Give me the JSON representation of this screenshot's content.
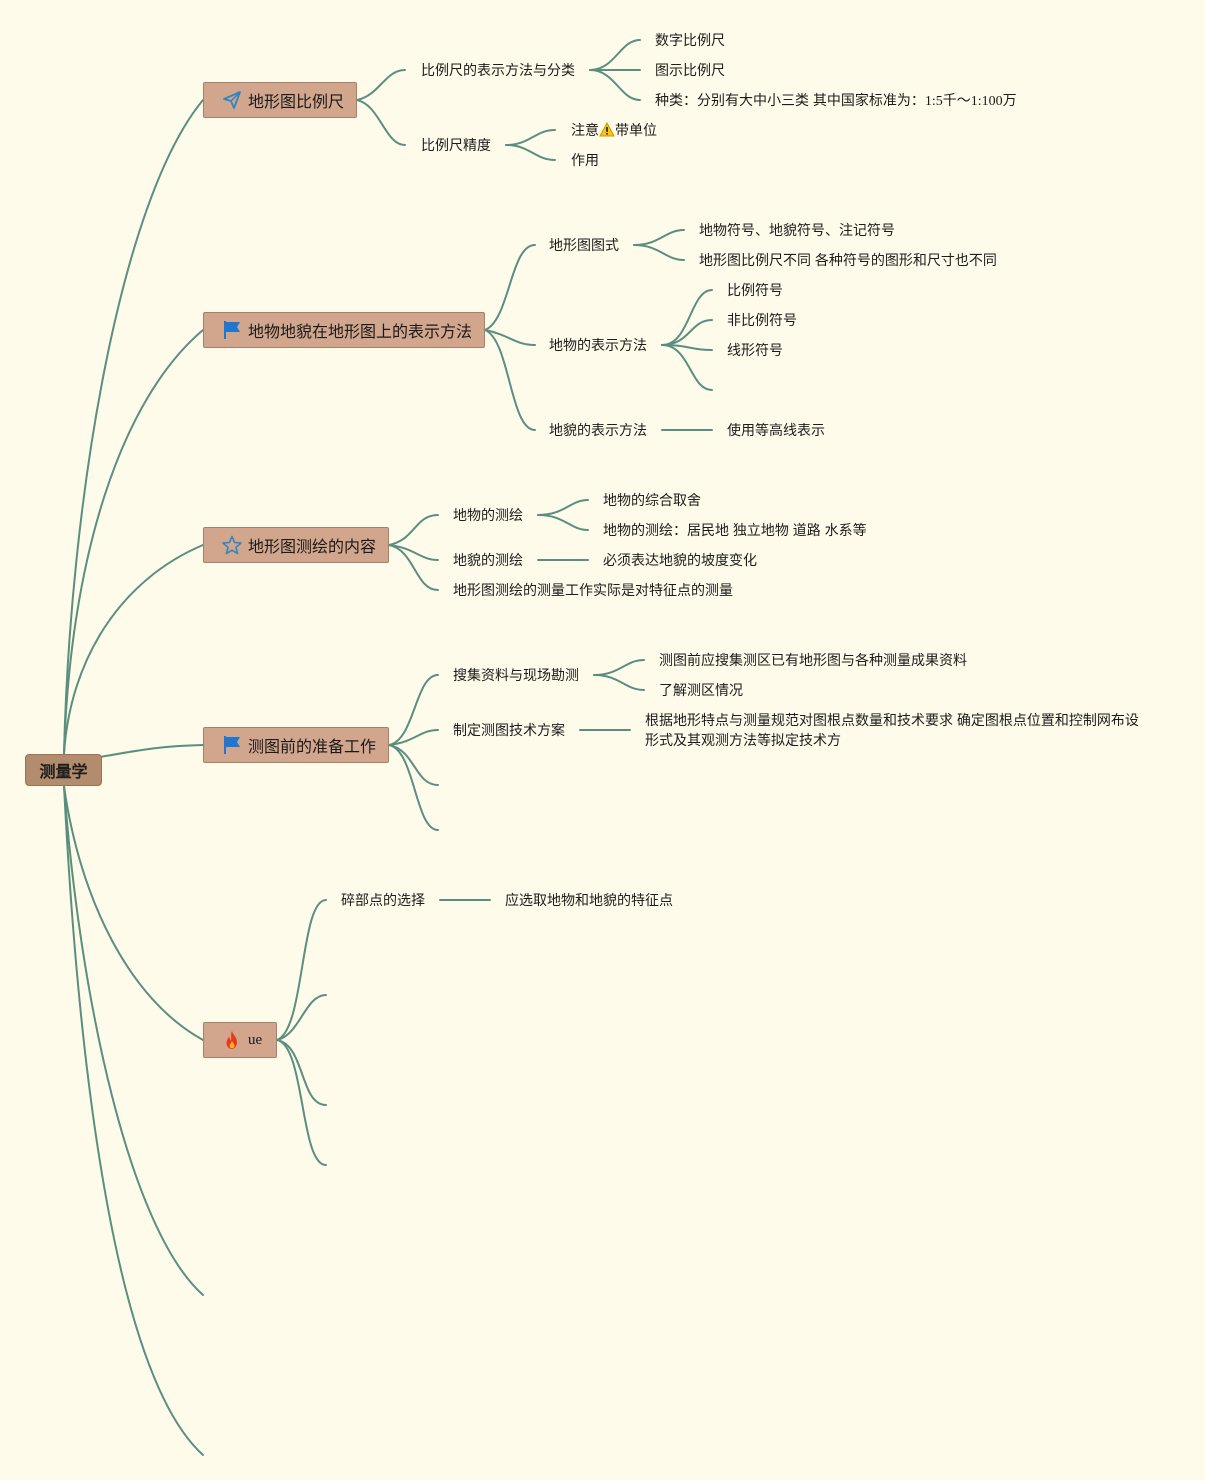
{
  "root": {
    "label": "测量学"
  },
  "branches": [
    {
      "label": "地形图比例尺",
      "icon": "paper-plane-icon"
    },
    {
      "label": "地物地貌在地形图上的表示方法",
      "icon": "blue-flag-icon"
    },
    {
      "label": "地形图测绘的内容",
      "icon": "star-outline-icon"
    },
    {
      "label": "测图前的准备工作",
      "icon": "blue-flag-icon"
    },
    {
      "label": "ue",
      "icon": "fire-icon"
    }
  ],
  "scale": {
    "representation": "比例尺的表示方法与分类",
    "numeric": "数字比例尺",
    "graphic": "图示比例尺",
    "types_prefix": "种类：分别有大中小三类 其中国家标准为：",
    "types_ratio": "1:5千～1:100万",
    "precision": "比例尺精度",
    "note_prefix": "注意",
    "note_suffix": "带单位",
    "usage": "作用"
  },
  "methods": {
    "map_legend": "地形图图式",
    "symbols": "地物符号、地貌符号、注记符号",
    "symbols_differ": "地形图比例尺不同 各种符号的图形和尺寸也不同",
    "feature_methods": "地物的表示方法",
    "scale_symbol": "比例符号",
    "non_scale_symbol": "非比例符号",
    "line_symbol": "线形符号",
    "relief_methods": "地貌的表示方法",
    "contour": "使用等高线表示"
  },
  "content": {
    "feature_survey": "地物的测绘",
    "generalization": "地物的综合取舍",
    "feature_detail": "地物的测绘：居民地 独立地物 道路 水系等",
    "relief_survey": "地貌的测绘",
    "slope": "必须表达地貌的坡度变化",
    "feature_points": "地形图测绘的测量工作实际是对特征点的测量"
  },
  "prep": {
    "collect": "搜集资料与现场勘测",
    "collect_detail": "测图前应搜集测区已有地形图与各种测量成果资料",
    "understand": "了解测区情况",
    "plan": "制定测图技术方案",
    "plan_detail": "根据地形特点与测量规范对图根点数量和技术要求 确定图根点位置和控制网布设形式及其观测方法等拟定技术方"
  },
  "ue": {
    "detail_points": "碎部点的选择",
    "detail_points_detail": "应选取地物和地貌的特征点"
  },
  "colors": {
    "background": "#fffbea",
    "link": "#5a8f80",
    "branch": "#d2a68c",
    "root": "#b38b6d"
  }
}
